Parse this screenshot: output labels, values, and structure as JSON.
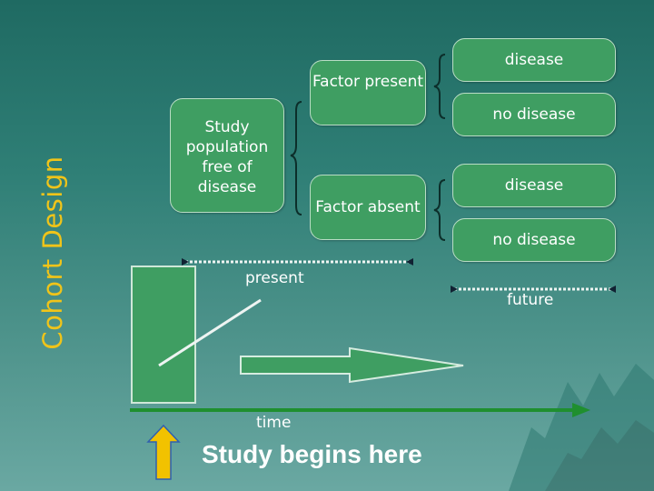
{
  "title": "Cohort Design",
  "study_box": "Study population free of disease",
  "factor_present": "Factor present",
  "factor_absent": "Factor absent",
  "outcomes": [
    "disease",
    "no disease",
    "disease",
    "no disease"
  ],
  "present_label": "present",
  "future_label": "future",
  "time_label": "time",
  "study_begins": "Study begins here",
  "colors": {
    "box_fill": "#3f9e62",
    "title": "#f0c419",
    "timeline": "#1f8f2f",
    "up_arrow": "#f2c200"
  }
}
